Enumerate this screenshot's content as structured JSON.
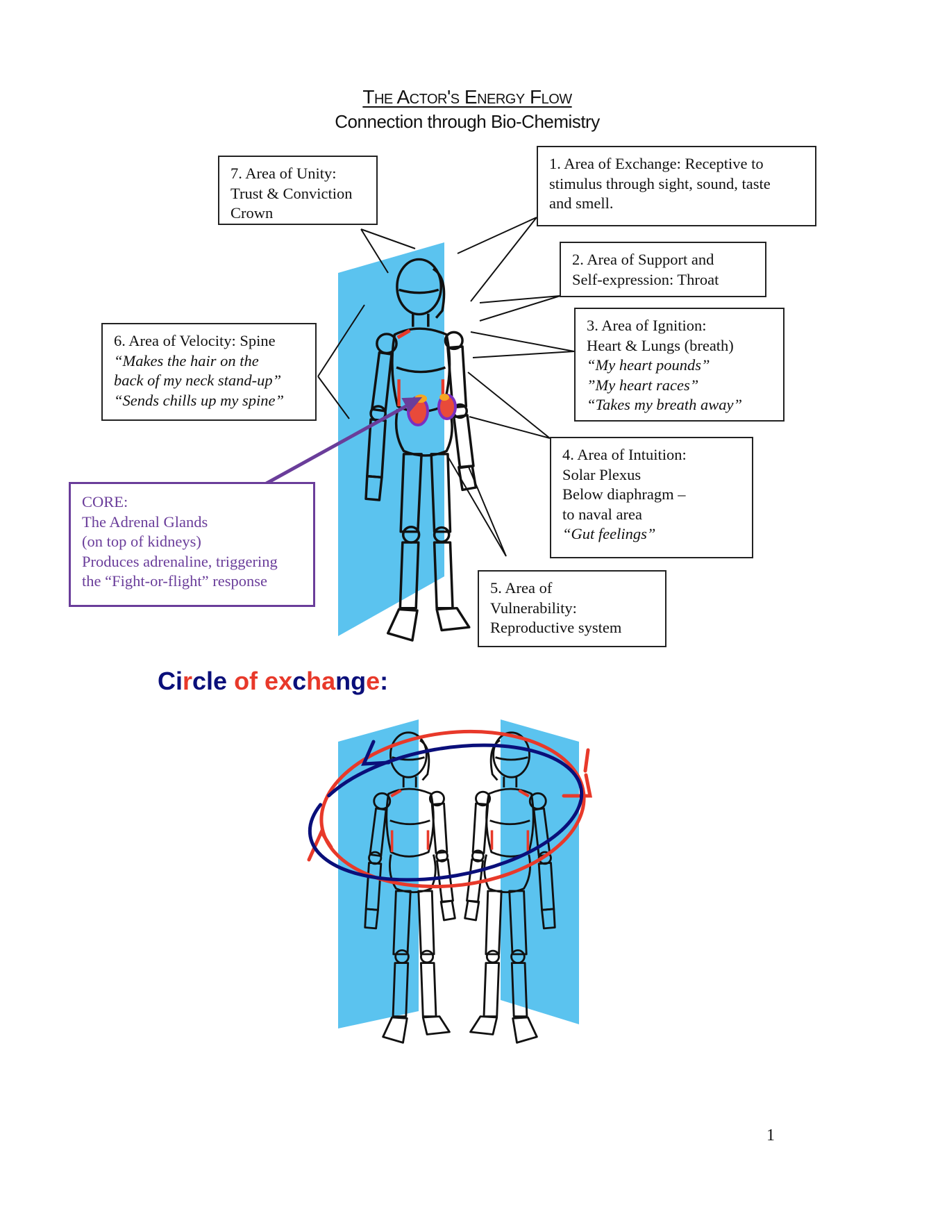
{
  "header": {
    "title": "The Actor's Energy Flow",
    "subtitle": "Connection through Bio-Chemistry"
  },
  "areas": {
    "unity": {
      "lines": [
        "7. Area of Unity:",
        "Trust & Conviction",
        "Crown"
      ]
    },
    "exchange": {
      "lines": [
        "1. Area of Exchange: Receptive to",
        "stimulus through sight, sound, taste",
        "and smell."
      ]
    },
    "support": {
      "lines": [
        "2. Area of Support and",
        "Self-expression: Throat"
      ]
    },
    "ignition": {
      "lines": [
        "3. Area of Ignition:",
        "Heart & Lungs (breath)"
      ],
      "quotes": [
        "“My heart pounds”",
        "”My heart races”",
        "“Takes my breath away”"
      ]
    },
    "velocity": {
      "lines": [
        "6. Area of Velocity: Spine"
      ],
      "quotes": [
        "“Makes the hair on the",
        "back of my neck stand-up”",
        "“Sends chills up my spine”"
      ]
    },
    "intuition": {
      "lines": [
        "4. Area of Intuition:",
        "Solar Plexus",
        "Below diaphragm –",
        "to naval area"
      ],
      "quotes": [
        "“Gut feelings”"
      ]
    },
    "vulnerability": {
      "lines": [
        "5. Area of",
        "Vulnerability:",
        "Reproductive system"
      ]
    },
    "core": {
      "lines": [
        "CORE:",
        "The Adrenal Glands",
        "(on top of kidneys)",
        "Produces adrenaline, triggering",
        "the “Fight-or-flight” response"
      ]
    }
  },
  "circle_heading": {
    "segments": [
      {
        "text": "Ci",
        "color": "#0a0f7a"
      },
      {
        "text": "r",
        "color": "#e8392a"
      },
      {
        "text": "cle",
        "color": "#0a0f7a"
      },
      {
        "text": " of ",
        "color": "#e8392a"
      },
      {
        "text": "ex",
        "color": "#e8392a"
      },
      {
        "text": "c",
        "color": "#0a0f7a"
      },
      {
        "text": "ha",
        "color": "#e8392a"
      },
      {
        "text": "ng",
        "color": "#0a0f7a"
      },
      {
        "text": "e",
        "color": "#e8392a"
      },
      {
        "text": ":",
        "color": "#0a0f7a"
      }
    ]
  },
  "page_number": "1",
  "colors": {
    "panel": "#5bc3ef",
    "purple": "#6a3d9a",
    "red": "#e8392a",
    "navy": "#0a0f7a"
  }
}
